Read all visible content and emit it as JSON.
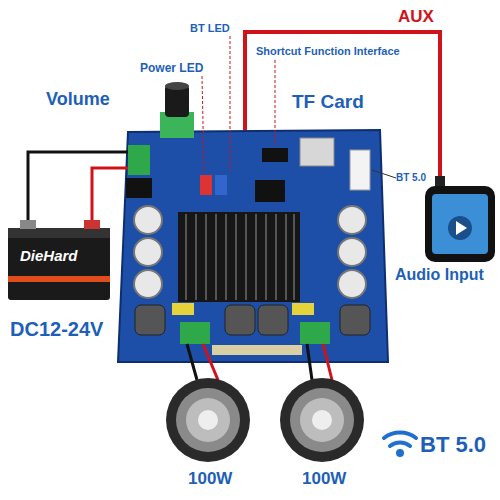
{
  "diagram": {
    "labels": [
      "AUX",
      "BT LED",
      "Shortcut Function Interface",
      "Power LED",
      "Volume",
      "TF Card",
      "BT 5.0",
      "DieHard",
      "Audio Input",
      "DC12-24V",
      "BT 5.0",
      "100W",
      "100W"
    ]
  }
}
